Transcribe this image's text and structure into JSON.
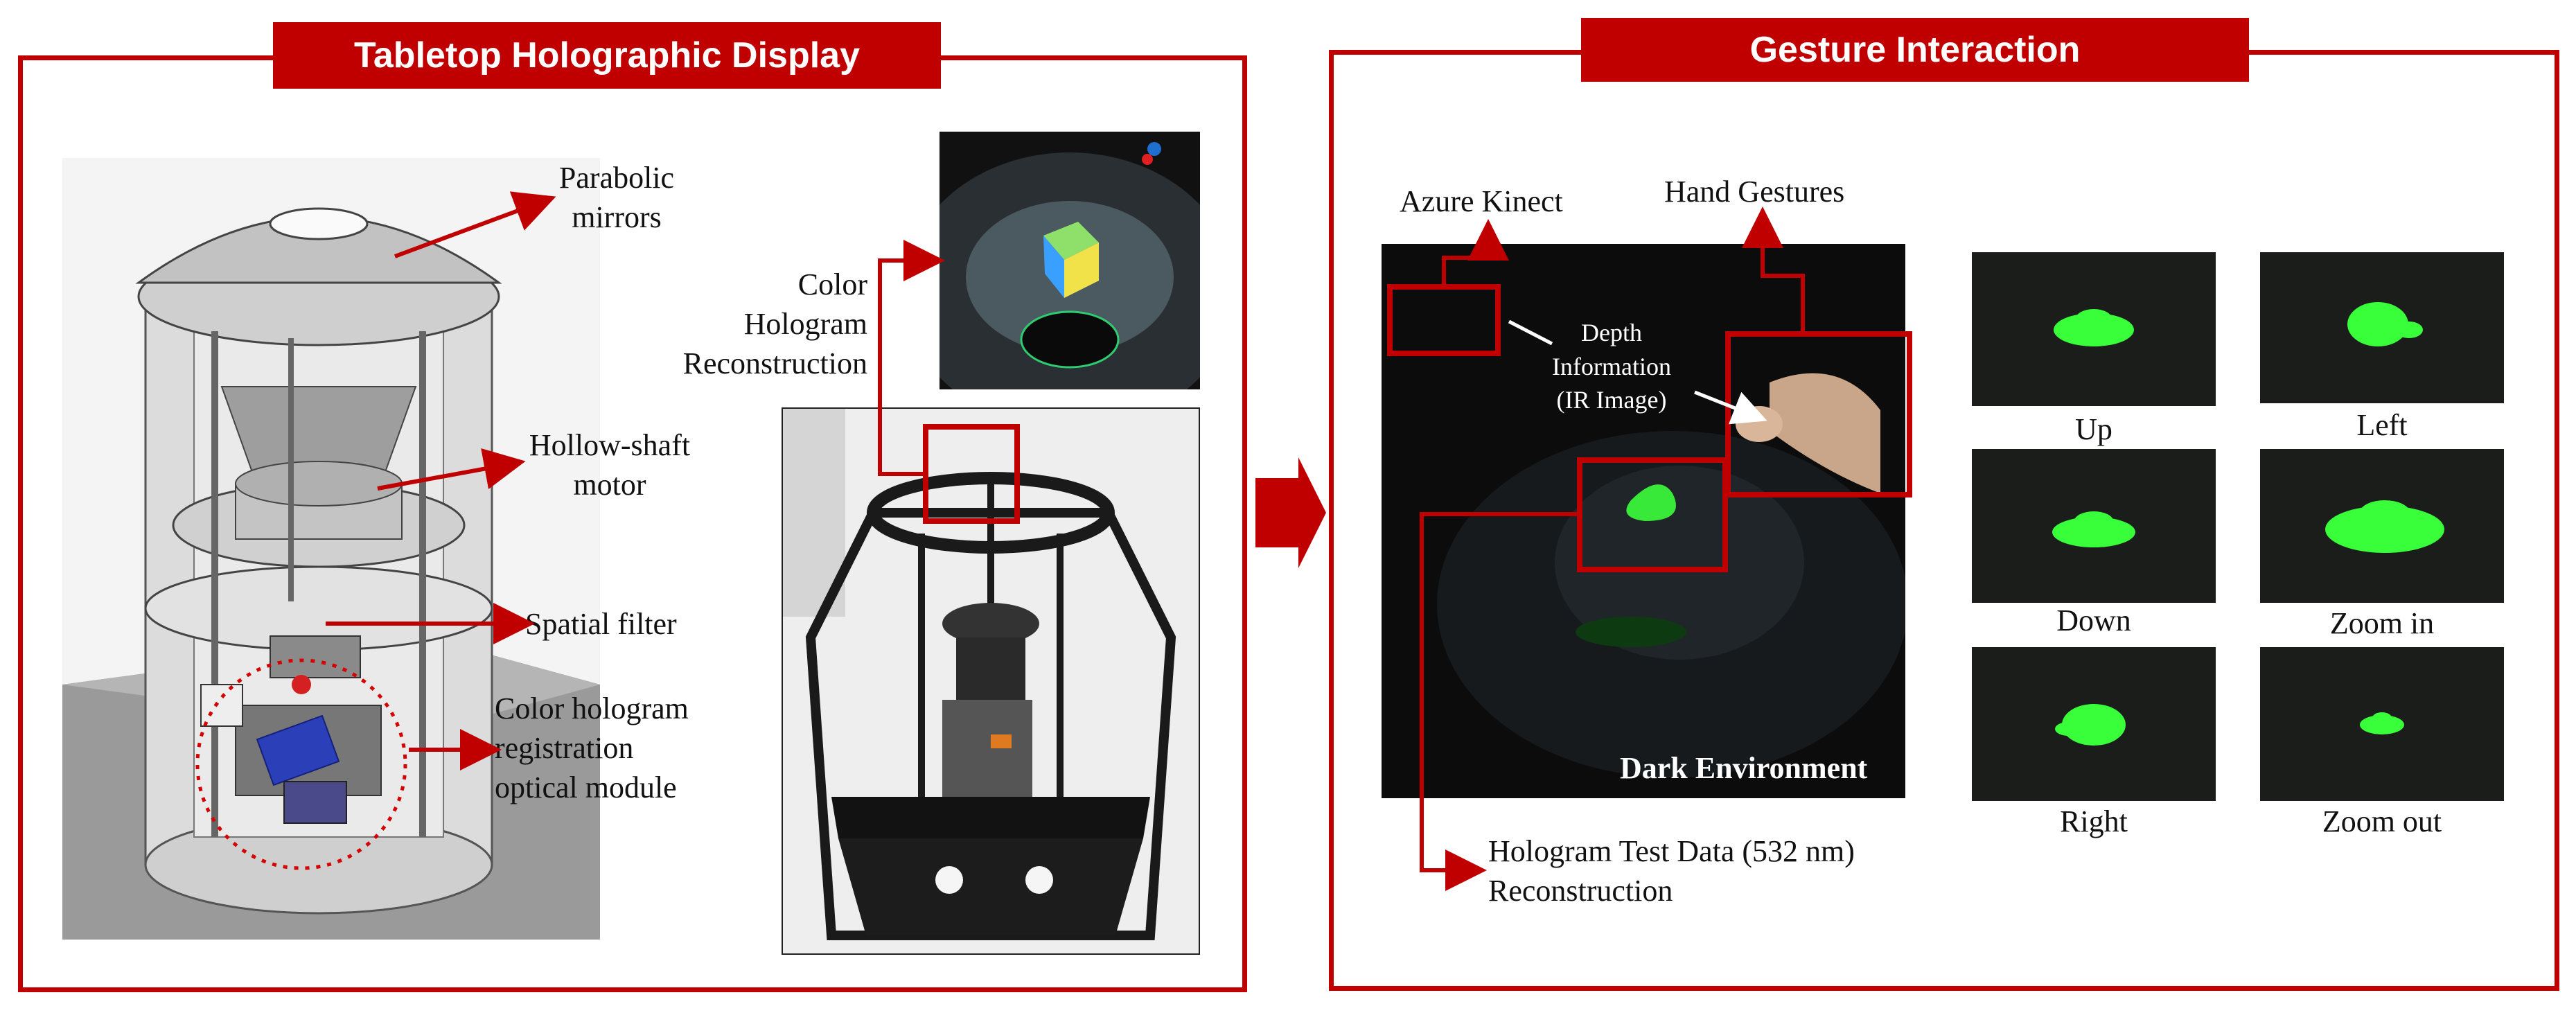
{
  "colors": {
    "accent": "#c00000",
    "hologram": "#39ff3a",
    "dark": "#0c0c0c"
  },
  "left_panel": {
    "title": "Tabletop Holographic Display",
    "labels": {
      "parabolic_line1": "Parabolic",
      "parabolic_line2": "mirrors",
      "hollow_line1": "Hollow-shaft",
      "hollow_line2": "motor",
      "spatial_filter": "Spatial filter",
      "optical_line1": "Color hologram",
      "optical_line2": "registration",
      "optical_line3": "optical module",
      "color_line1": "Color",
      "color_line2": "Hologram",
      "color_line3": "Reconstruction"
    }
  },
  "right_panel": {
    "title": "Gesture Interaction",
    "labels": {
      "azure": "Azure Kinect",
      "hand": "Hand Gestures",
      "depth_line1": "Depth",
      "depth_line2": "Information",
      "depth_line3": "(IR Image)",
      "dark_env": "Dark Environment",
      "test_line1": "Hologram Test Data (532 nm)",
      "test_line2": "Reconstruction"
    },
    "gestures": [
      "Up",
      "Left",
      "Down",
      "Zoom in",
      "Right",
      "Zoom out"
    ]
  }
}
